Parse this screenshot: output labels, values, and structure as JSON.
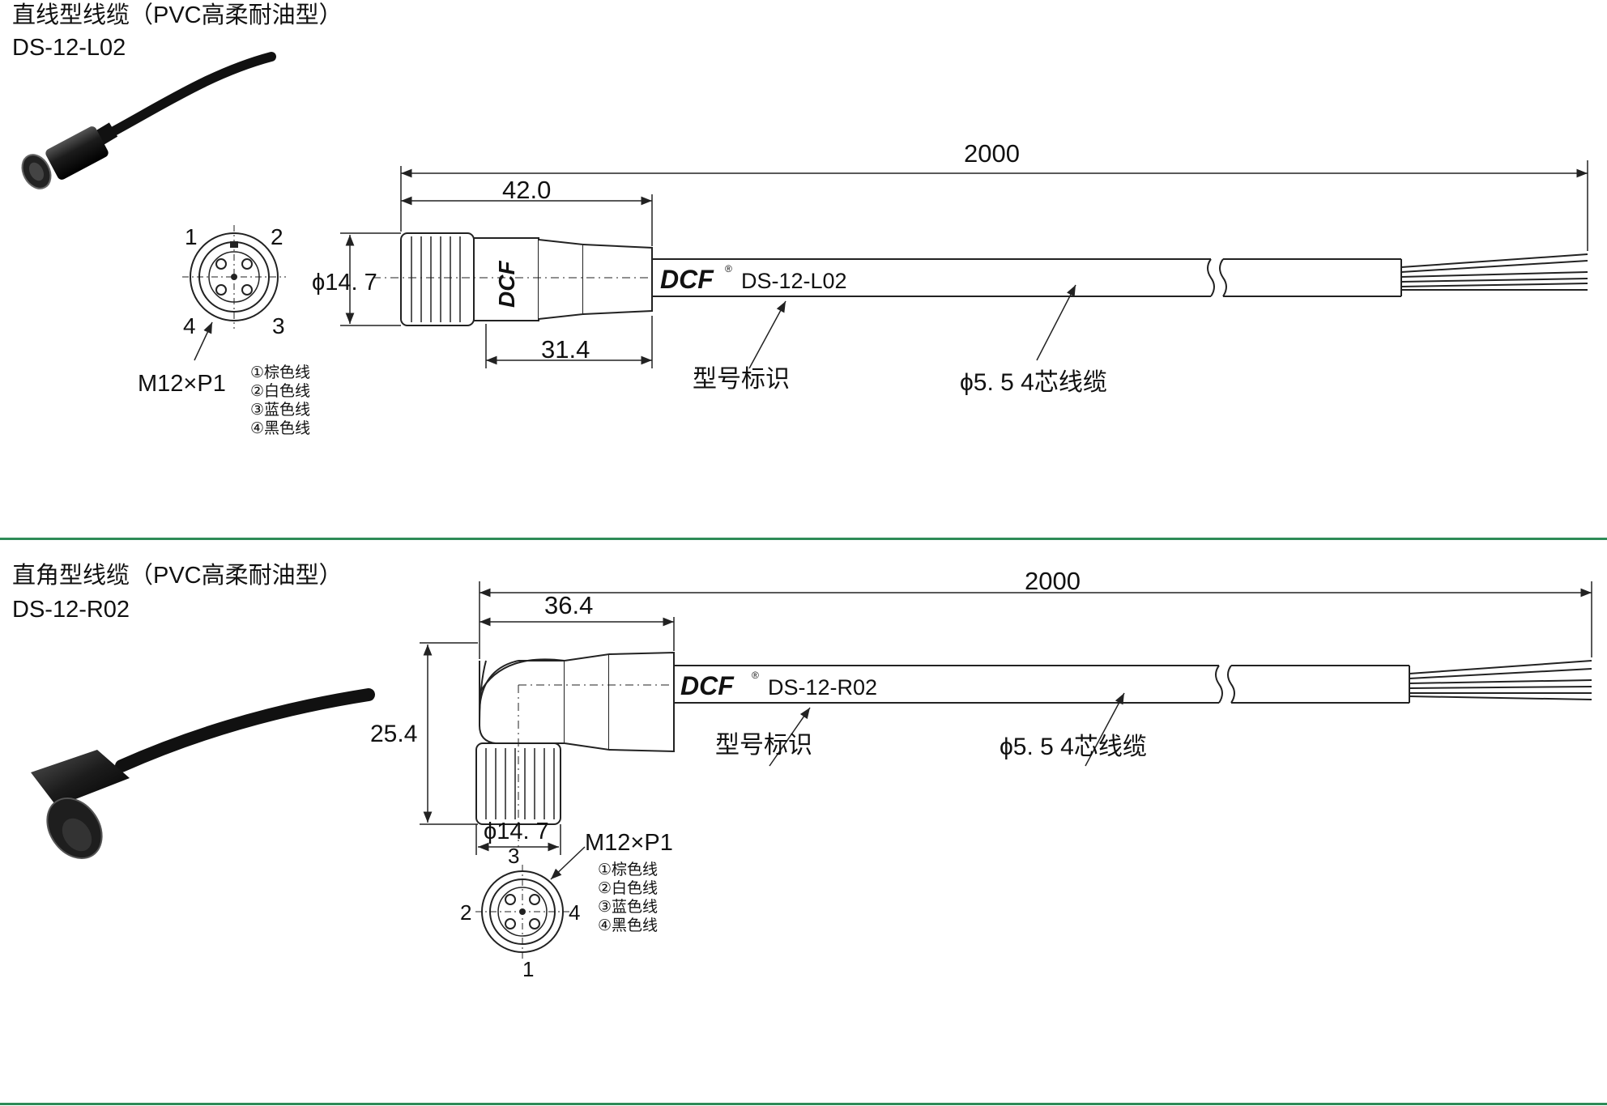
{
  "section1": {
    "title": "直线型线缆（PVC高柔耐油型）",
    "model": "DS-12-L02",
    "dims": {
      "total": "2000",
      "head": "42.0",
      "body": "31.4",
      "diameter": "ϕ14. 7"
    },
    "brand": "DCF",
    "brand_mark": "®",
    "print_label": "DS-12-L02",
    "callout_model": "型号标识",
    "callout_cable": "ϕ5. 5 4芯线缆",
    "thread": "M12×P1",
    "pins": [
      "1",
      "2",
      "3",
      "4"
    ],
    "wires": [
      "①棕色线",
      "②白色线",
      "③蓝色线",
      "④黑色线"
    ]
  },
  "section2": {
    "title": "直角型线缆（PVC高柔耐油型）",
    "model": "DS-12-R02",
    "dims": {
      "total": "2000",
      "head": "36.4",
      "height": "25.4",
      "diameter": "ϕ14. 7"
    },
    "brand": "DCF",
    "brand_mark": "®",
    "print_label": "DS-12-R02",
    "callout_model": "型号标识",
    "callout_cable": "ϕ5. 5 4芯线缆",
    "thread": "M12×P1",
    "pins": [
      "1",
      "2",
      "3",
      "4"
    ],
    "wires": [
      "①棕色线",
      "②白色线",
      "③蓝色线",
      "④黑色线"
    ]
  },
  "colors": {
    "divider": "#2e8b57",
    "line": "#222222",
    "cable_photo": "#1a1a1a"
  }
}
